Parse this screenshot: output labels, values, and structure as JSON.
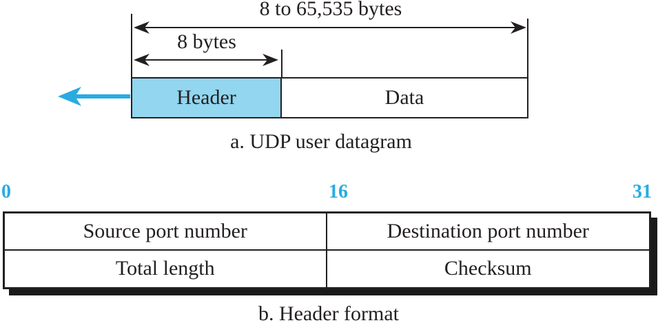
{
  "colors": {
    "accent_cyan": "#29ABE2",
    "header_fill": "#92D6F0",
    "line": "#231F20",
    "shadow": "#1A1A1A"
  },
  "datagram": {
    "total_span_label": "8 to 65,535 bytes",
    "header_span_label": "8 bytes",
    "header_label": "Header",
    "data_label": "Data",
    "caption": "a. UDP user datagram"
  },
  "header_format": {
    "bit_labels": [
      "0",
      "16",
      "31"
    ],
    "rows": [
      [
        "Source port number",
        "Destination port number"
      ],
      [
        "Total length",
        "Checksum"
      ]
    ],
    "caption": "b. Header format"
  }
}
